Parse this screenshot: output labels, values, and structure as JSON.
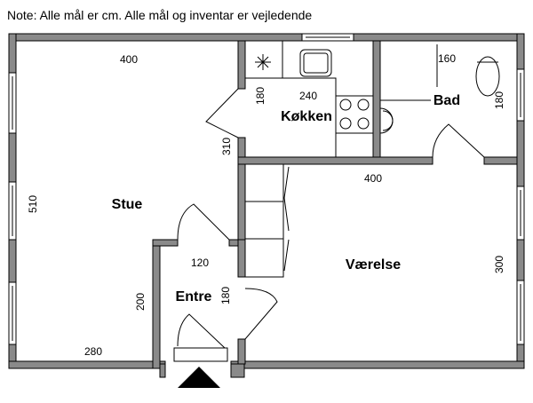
{
  "note": "Note: Alle mål er cm. Alle mål og inventar er vejledende",
  "rooms": {
    "stue": {
      "label": "Stue",
      "width": "400",
      "height": "510",
      "lower_width": "280",
      "lower_height": "200"
    },
    "kokken": {
      "label": "Køkken",
      "width": "240",
      "height": "180",
      "side": "310"
    },
    "bad": {
      "label": "Bad",
      "width": "160",
      "height": "180"
    },
    "entre": {
      "label": "Entre",
      "width": "120",
      "height": "180"
    },
    "vaerelse": {
      "label": "Værelse",
      "width": "400",
      "height": "300"
    }
  }
}
